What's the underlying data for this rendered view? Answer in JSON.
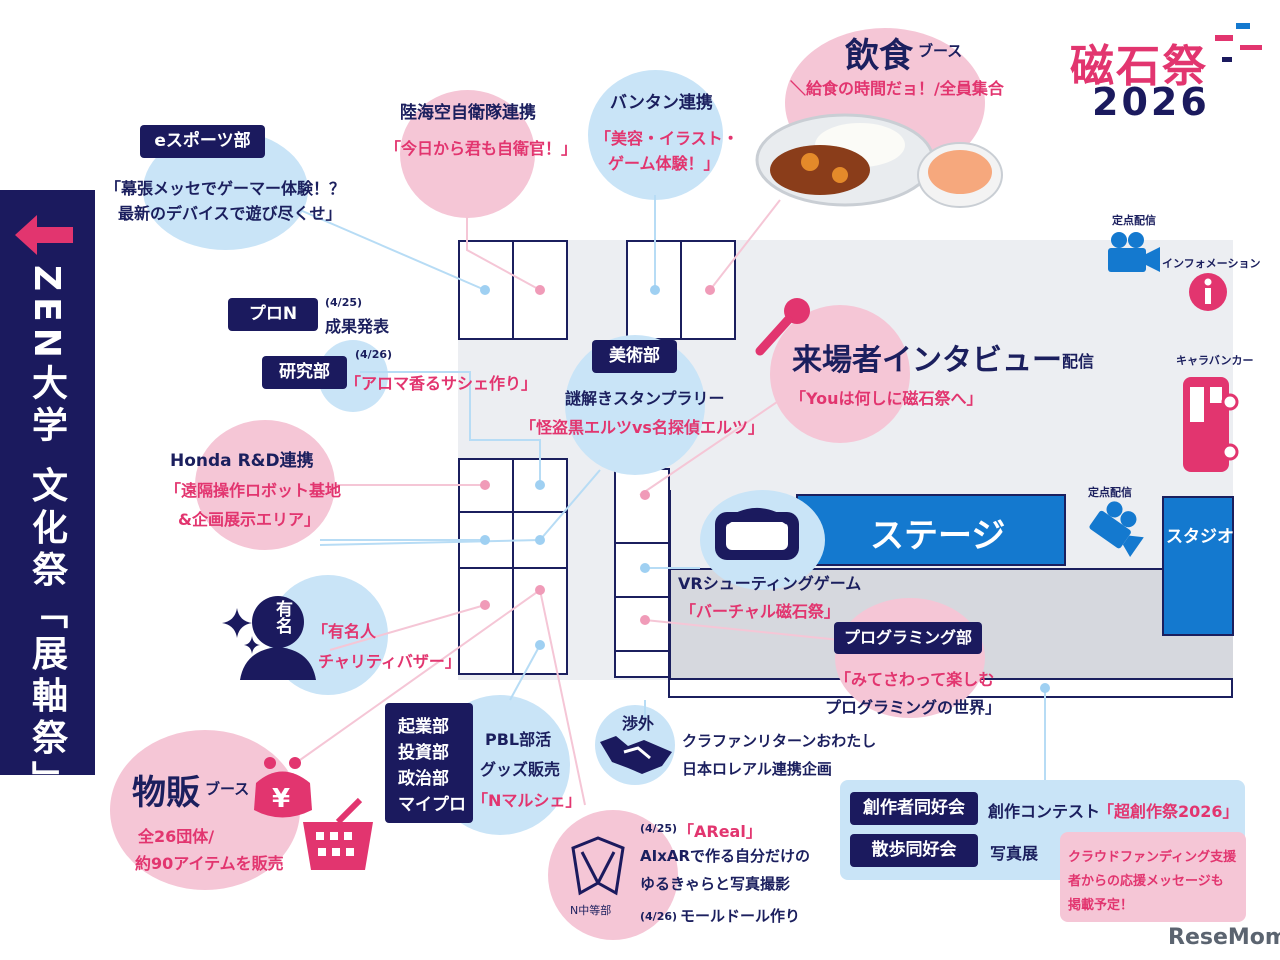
{
  "left_banner": {
    "title": "ZEN大学 文化祭「展軸祭」"
  },
  "logo": {
    "title": "磁石祭",
    "year": "2026"
  },
  "watermark": "ReseMom",
  "booths": {
    "esports": {
      "tag": "eスポーツ部",
      "line1": "「幕張メッセでゲーマー体験！？",
      "line2": "最新のデバイスで遊び尽くせ」"
    },
    "sdf": {
      "title": "陸海空自衛隊連携",
      "desc": "「今日から君も自衛官！」"
    },
    "bantan": {
      "title": "バンタン連携",
      "line1": "「美容・イラスト・",
      "line2": "ゲーム体験！」"
    },
    "food": {
      "title": "飲食",
      "suffix": "ブース",
      "desc": "＼給食の時間だョ！/全員集合"
    },
    "pron": {
      "tag": "プロN",
      "date": "(4/25)",
      "desc": "成果発表"
    },
    "research": {
      "tag": "研究部",
      "date": "(4/26)",
      "desc": "「アロマ香るサシェ作り」"
    },
    "art": {
      "tag": "美術部",
      "title": "謎解きスタンプラリー",
      "desc": "「怪盗黒エルツvs名探偵エルツ」"
    },
    "interview": {
      "title": "来場者インタビュー",
      "suffix": "配信",
      "desc": "「Youは何しに磁石祭へ」"
    },
    "honda": {
      "title": "Honda R&D連携",
      "line1": "「遠隔操作ロボット基地",
      "line2": "&企画展示エリア」"
    },
    "celebrity": {
      "badge": "有名",
      "line1": "「有名人",
      "line2": "チャリティバザー」"
    },
    "vr": {
      "title": "VRシューティングゲーム",
      "desc": "「バーチャル磁石祭」"
    },
    "programming": {
      "tag": "プログラミング部",
      "line1": "「みてさわって楽しむ",
      "line2": "プログラミングの世界」"
    },
    "merch": {
      "title": "物販",
      "suffix": "ブース",
      "line1": "全26団体/",
      "line2": "約90アイテムを販売"
    },
    "pbl": {
      "tags": [
        "起業部",
        "投資部",
        "政治部",
        "マイプロ"
      ],
      "title1": "PBL部活",
      "title2": "グッズ販売",
      "desc": "「Nマルシェ」"
    },
    "outreach": {
      "tag": "渉外",
      "line1": "クラファンリターンおわたし",
      "line2": "日本ロレアル連携企画"
    },
    "nchuto": {
      "logo": "N中等部",
      "date1": "(4/25)",
      "title1": "「AReal」",
      "line1": "AIxARで作る自分だけの",
      "line2": "ゆるきゃらと写真撮影",
      "date2": "(4/26)",
      "line3": "モールドール作り"
    },
    "creators": {
      "tag": "創作者同好会",
      "desc": "創作コンテスト",
      "highlight": "「超創作祭2026」"
    },
    "walking": {
      "tag": "散歩同好会",
      "desc": "写真展"
    },
    "crowdfunding": {
      "line1": "クラウドファンディング支援",
      "line2": "者からの応援メッセージも",
      "line3": "掲載予定！"
    }
  },
  "map": {
    "stage": "ステージ",
    "studio": "スタジオ",
    "fixed_camera_1": "定点配信",
    "fixed_camera_2": "定点配信",
    "information": "インフォメーション",
    "kitchen_car": "キャラバンカー"
  },
  "icons": {
    "arrow": "left-arrow-icon",
    "camera": "video-camera-icon",
    "info": "information-icon",
    "truck": "kitchen-car-icon",
    "microphone": "microphone-icon",
    "vr": "vr-headset-icon",
    "handshake": "handshake-icon",
    "purse": "coin-purse-icon",
    "basket": "shopping-basket-icon",
    "sparkle": "sparkle-icon",
    "person": "person-silhouette-icon",
    "curry": "curry-plate-icon"
  },
  "colors": {
    "navy": "#1b1a5e",
    "pink": "#e2356f",
    "light_pink": "#f5c6d6",
    "light_blue": "#c9e4f7",
    "stage_blue": "#1479cf"
  }
}
